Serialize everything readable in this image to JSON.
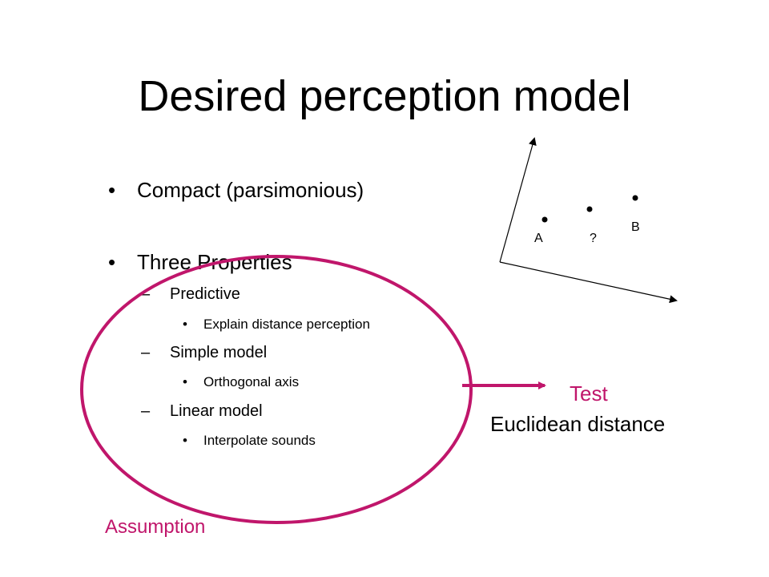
{
  "slide": {
    "title": "Desired perception model",
    "bullets": {
      "compact": "Compact (parsimonious)",
      "three_properties": "Three Properties",
      "predictive": "Predictive",
      "explain": "Explain distance perception",
      "simple_model": "Simple model",
      "orthogonal": "Orthogonal axis",
      "linear_model": "Linear model",
      "interpolate": "Interpolate sounds"
    },
    "markers": {
      "bullet": "•",
      "dash": "–"
    },
    "annotation": {
      "assumption": "Assumption",
      "test": "Test",
      "euclidean": "Euclidean distance"
    },
    "diagram": {
      "label_a": "A",
      "label_q": "?",
      "label_b": "B"
    }
  },
  "colors": {
    "accent": "#c0166b",
    "text": "#000000",
    "background": "#ffffff"
  }
}
